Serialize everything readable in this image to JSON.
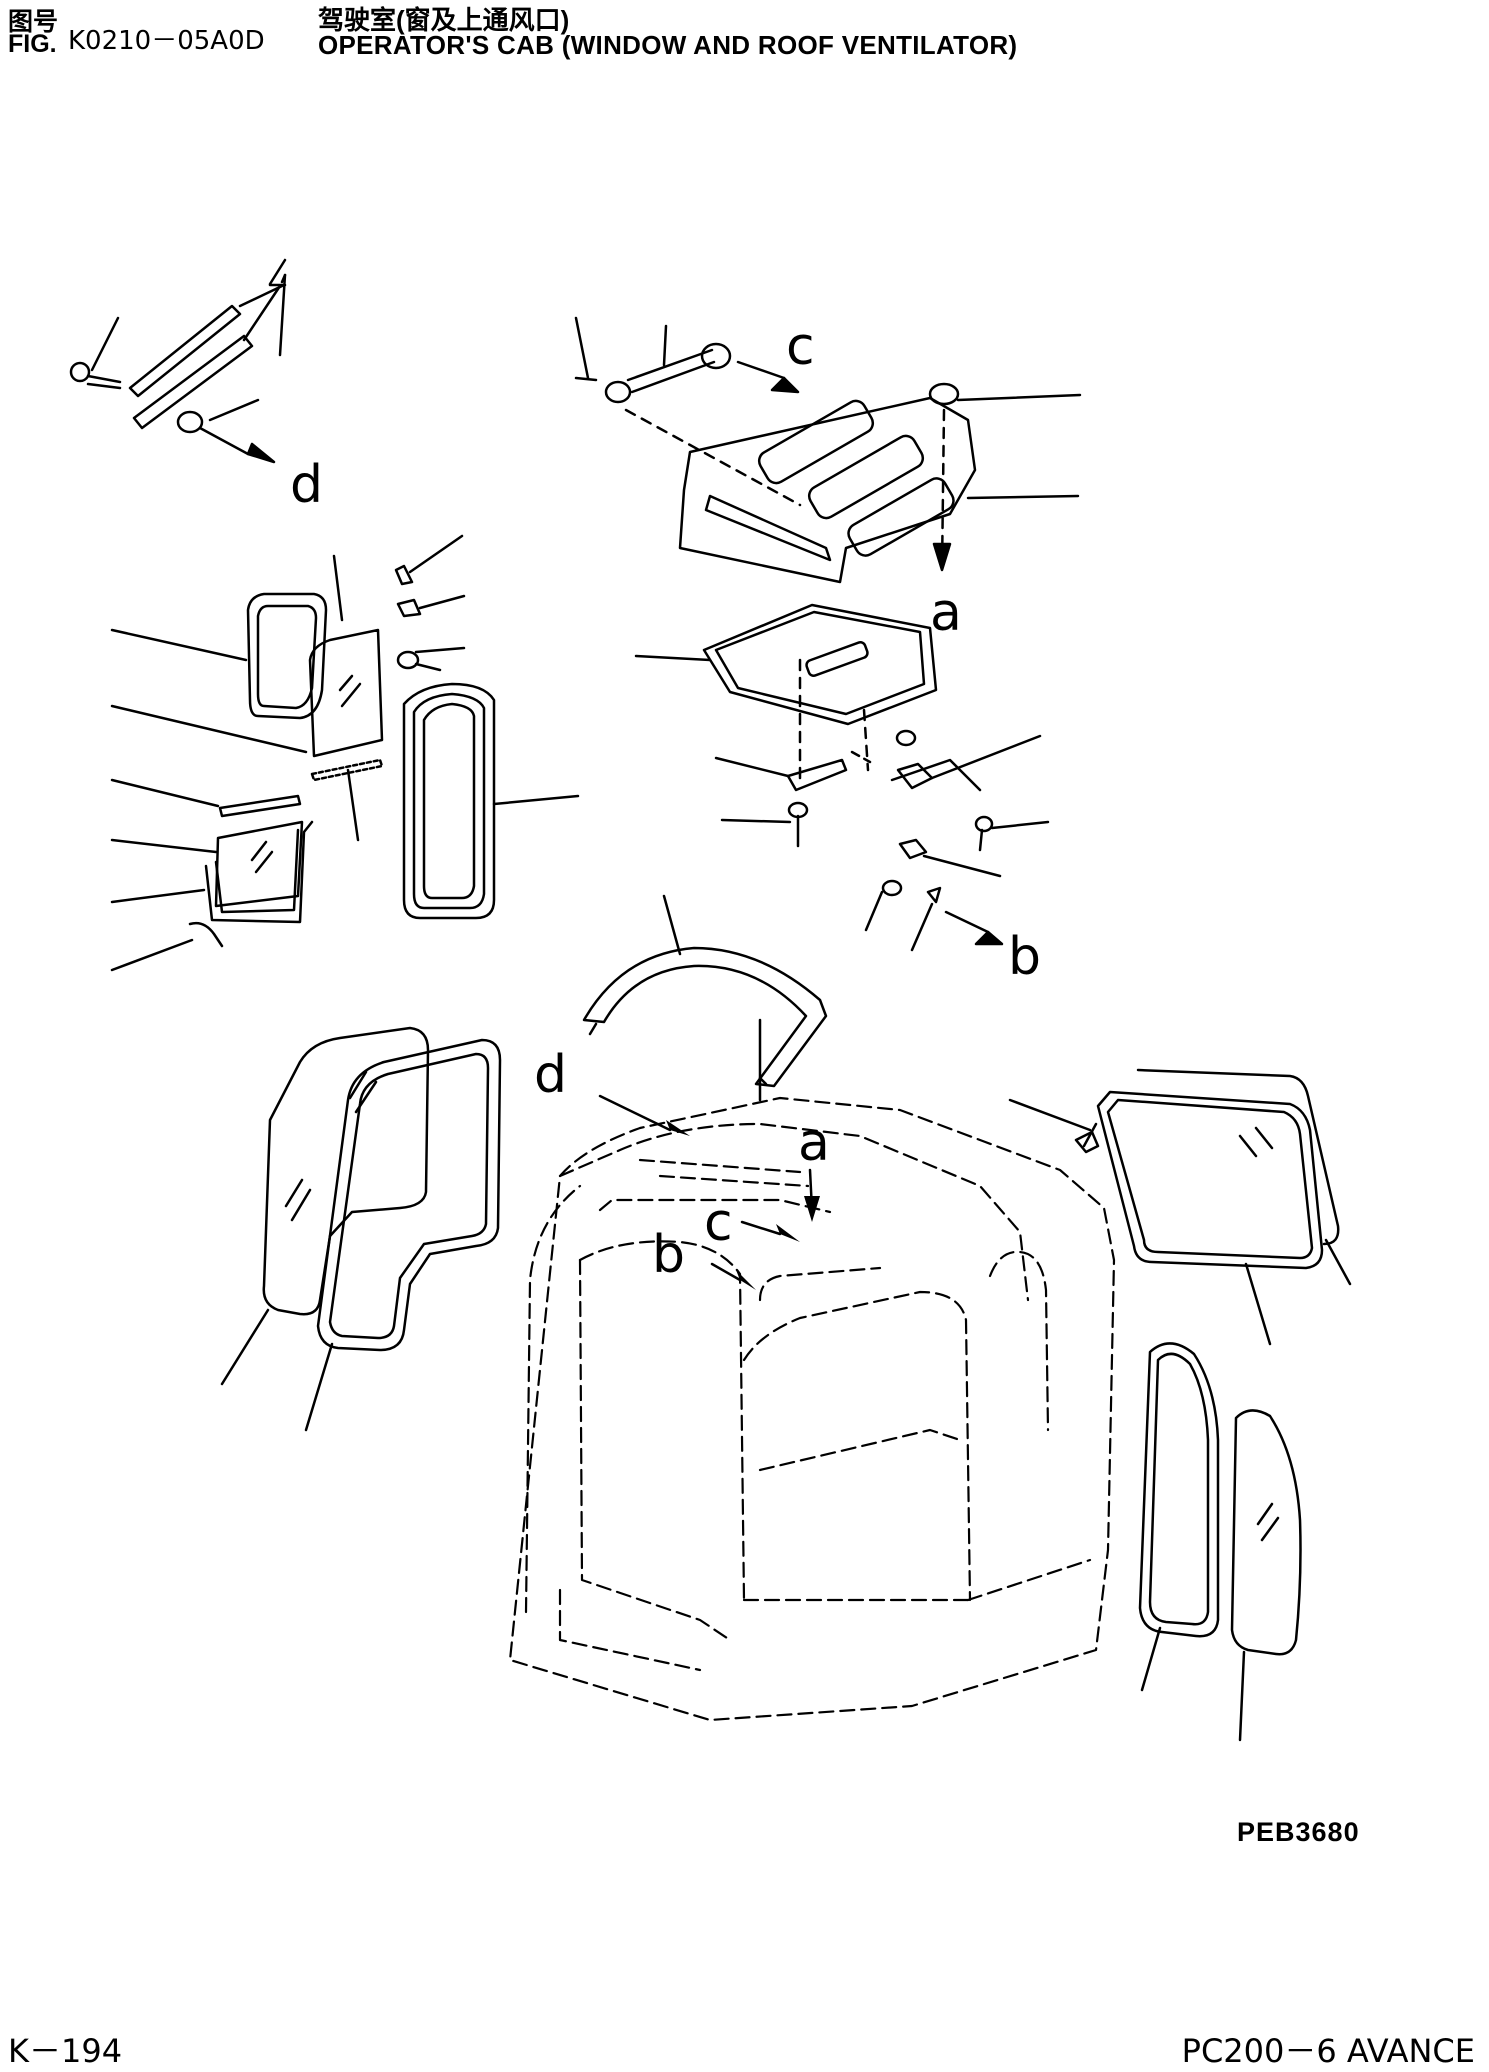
{
  "header": {
    "fig_cn_label": "图号",
    "fig_en_label": "FIG.",
    "fig_number": "K0210－05A0D",
    "title_cn": "驾驶室(窗及上通风口)",
    "title_en": "OPERATOR'S CAB (WINDOW AND ROOF VENTILATOR)"
  },
  "callouts": {
    "a_top": "a",
    "a_cab": "a",
    "b_right": "b",
    "b_cab": "b",
    "c_top": "c",
    "c_cab": "c",
    "d_left": "d",
    "d_cab": "d"
  },
  "illustration_code": "PEB3680",
  "footer": {
    "page": "K－194",
    "model": "PC200－6 AVANCE"
  }
}
